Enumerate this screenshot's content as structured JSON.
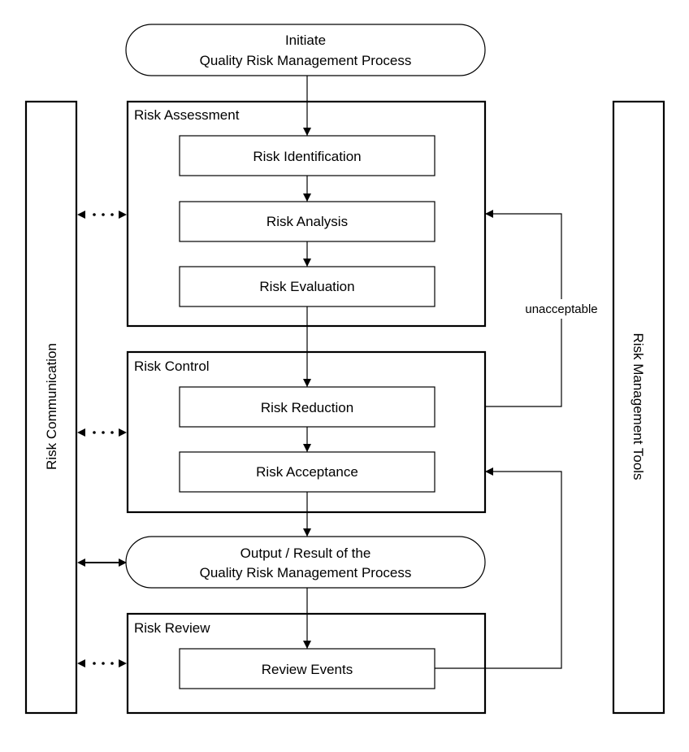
{
  "start": {
    "line1": "Initiate",
    "line2": "Quality Risk Management Process"
  },
  "output": {
    "line1": "Output / Result of the",
    "line2": "Quality Risk Management Process"
  },
  "groups": {
    "assessment": "Risk Assessment",
    "control": "Risk Control",
    "review": "Risk Review"
  },
  "steps": {
    "identification": "Risk Identification",
    "analysis": "Risk Analysis",
    "evaluation": "Risk Evaluation",
    "reduction": "Risk Reduction",
    "acceptance": "Risk Acceptance",
    "review_events": "Review Events"
  },
  "side": {
    "communication": "Risk Communication",
    "tools": "Risk Management Tools"
  },
  "loop_label": "unacceptable"
}
